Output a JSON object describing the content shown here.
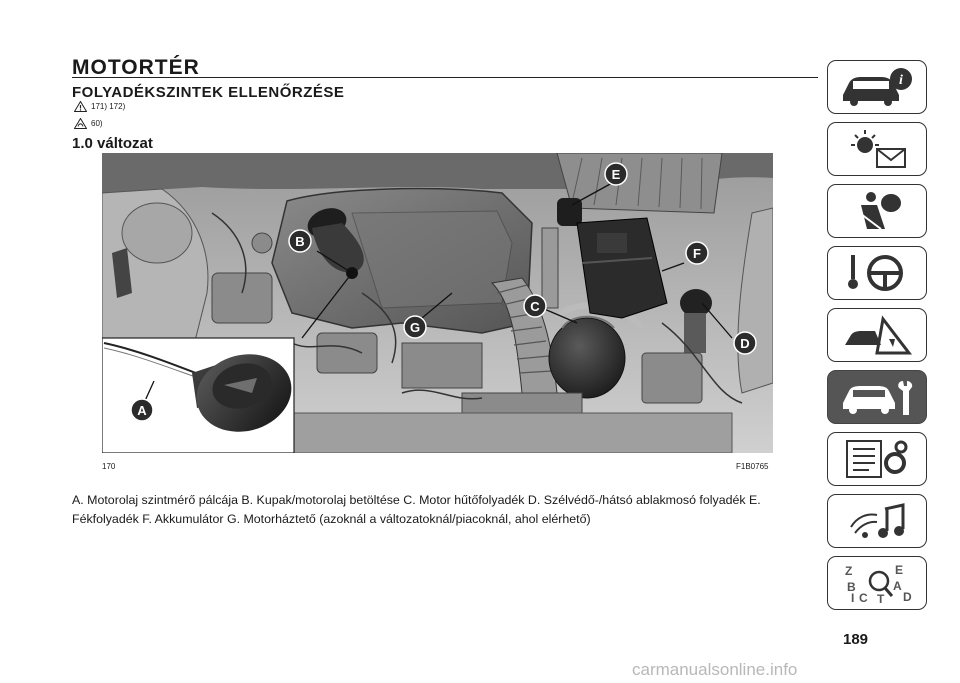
{
  "header": {
    "chapter_title": "MOTORTÉR",
    "section_title": "FOLYADÉKSZINTEK ELLENŐRZÉSE",
    "warning_refs": "171) 172)",
    "note_refs": "60)",
    "subheading": "1.0 változat"
  },
  "figure": {
    "callouts": [
      "A",
      "B",
      "C",
      "D",
      "E",
      "F",
      "G"
    ],
    "number": "170",
    "code": "F1B0765"
  },
  "caption": "A. Motorolaj szintmérő pálcája B. Kupak/motorolaj betöltése C. Motor hűtőfolyadék D. Szélvédő-/hátsó ablakmosó folyadék E. Fékfolyadék F. Akkumulátor G. Motorháztető (azoknál a változatoknál/piacoknál, ahol elérhető)",
  "sidebar": {
    "tabs": [
      {
        "icon": "car-info-icon",
        "active": false
      },
      {
        "icon": "lights-message-icon",
        "active": false
      },
      {
        "icon": "safety-airbag-icon",
        "active": false
      },
      {
        "icon": "steering-wheel-icon",
        "active": false
      },
      {
        "icon": "emergency-icon",
        "active": false
      },
      {
        "icon": "car-maintenance-icon",
        "active": true
      },
      {
        "icon": "technical-data-icon",
        "active": false
      },
      {
        "icon": "multimedia-icon",
        "active": false
      },
      {
        "icon": "index-icon",
        "active": false
      }
    ],
    "index_letters": [
      "Z",
      "E",
      "B",
      "A",
      "C",
      "D",
      "I",
      "T"
    ]
  },
  "page_number": "189",
  "watermark": "carmanualsonline.info",
  "colors": {
    "accent_dark": "#555555",
    "text": "#1a1a1a"
  }
}
